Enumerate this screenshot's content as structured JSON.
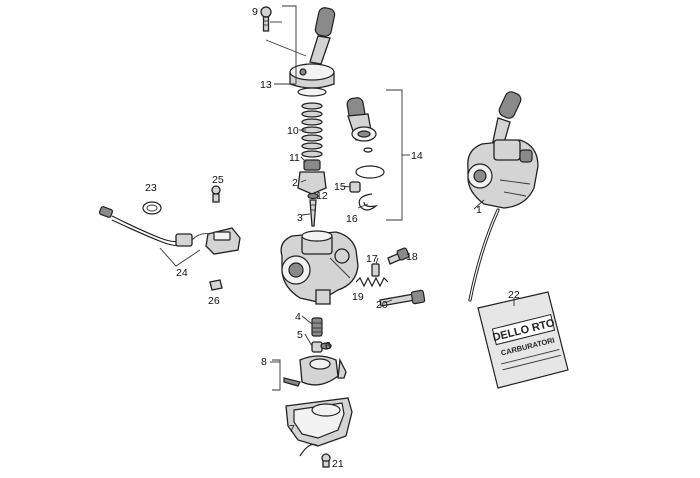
{
  "labels": {
    "l1": "1",
    "l2": "2",
    "l3": "3",
    "l4": "4",
    "l5": "5",
    "l6": "6",
    "l7": "7",
    "l8": "8",
    "l9": "9",
    "l10": "10",
    "l11": "11",
    "l12": "12",
    "l13": "13",
    "l14": "14",
    "l15": "15",
    "l16": "16",
    "l17": "17",
    "l18": "18",
    "l19": "19",
    "l20": "20",
    "l21": "21",
    "l22": "22",
    "l23": "23",
    "l24": "24",
    "l25": "25",
    "l26": "26"
  },
  "bag": {
    "brand": "DELLO RTO",
    "caption": "CARBURATORI"
  }
}
